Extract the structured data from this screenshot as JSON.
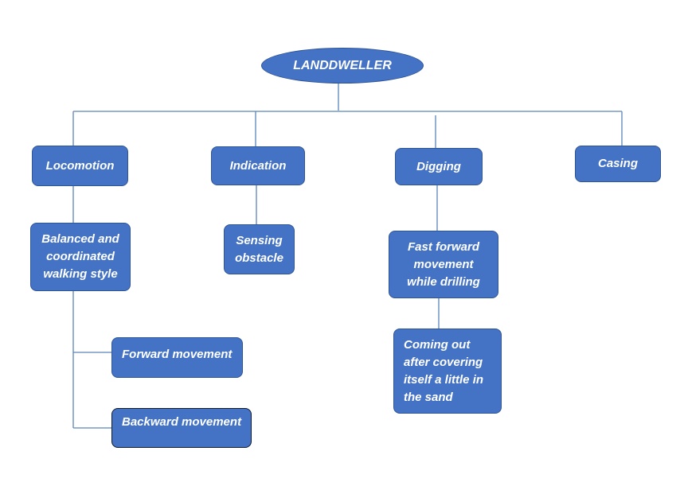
{
  "colors": {
    "node_fill": "#4472c4",
    "node_border": "#2f5597",
    "line": "#5b84b8"
  },
  "root": {
    "label": "LANDDWELLER"
  },
  "branches": {
    "locomotion": "Locomotion",
    "indication": "Indication",
    "digging": "Digging",
    "casing": "Casing"
  },
  "children": {
    "locomotion_detail": "Balanced and coordinated walking style",
    "forward": "Forward movement",
    "backward": "Backward movement",
    "sensing": "Sensing obstacle",
    "fast_forward": "Fast forward movement while drilling",
    "coming_out": "Coming out after covering itself a little in the sand"
  }
}
